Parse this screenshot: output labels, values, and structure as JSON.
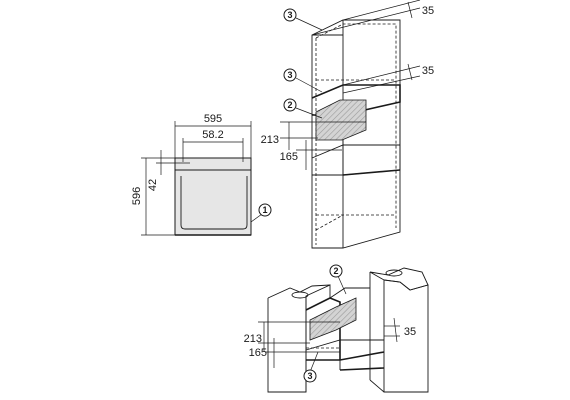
{
  "callouts": {
    "one": "1",
    "two": "2",
    "three": "3"
  },
  "oven_front": {
    "width": "595",
    "inset": "58.2",
    "height": "596",
    "top_offset": "42"
  },
  "tall_unit": {
    "vent_top": "35",
    "vent_mid": "35",
    "opening_height": "213",
    "shelf_offset": "165"
  },
  "under_counter": {
    "opening_height": "213",
    "shelf_offset": "165",
    "vent_rear": "35"
  },
  "colors": {
    "line": "#1a1a1a",
    "panel_fill": "#e6e6e6",
    "hatch": "#b0b0b0"
  }
}
